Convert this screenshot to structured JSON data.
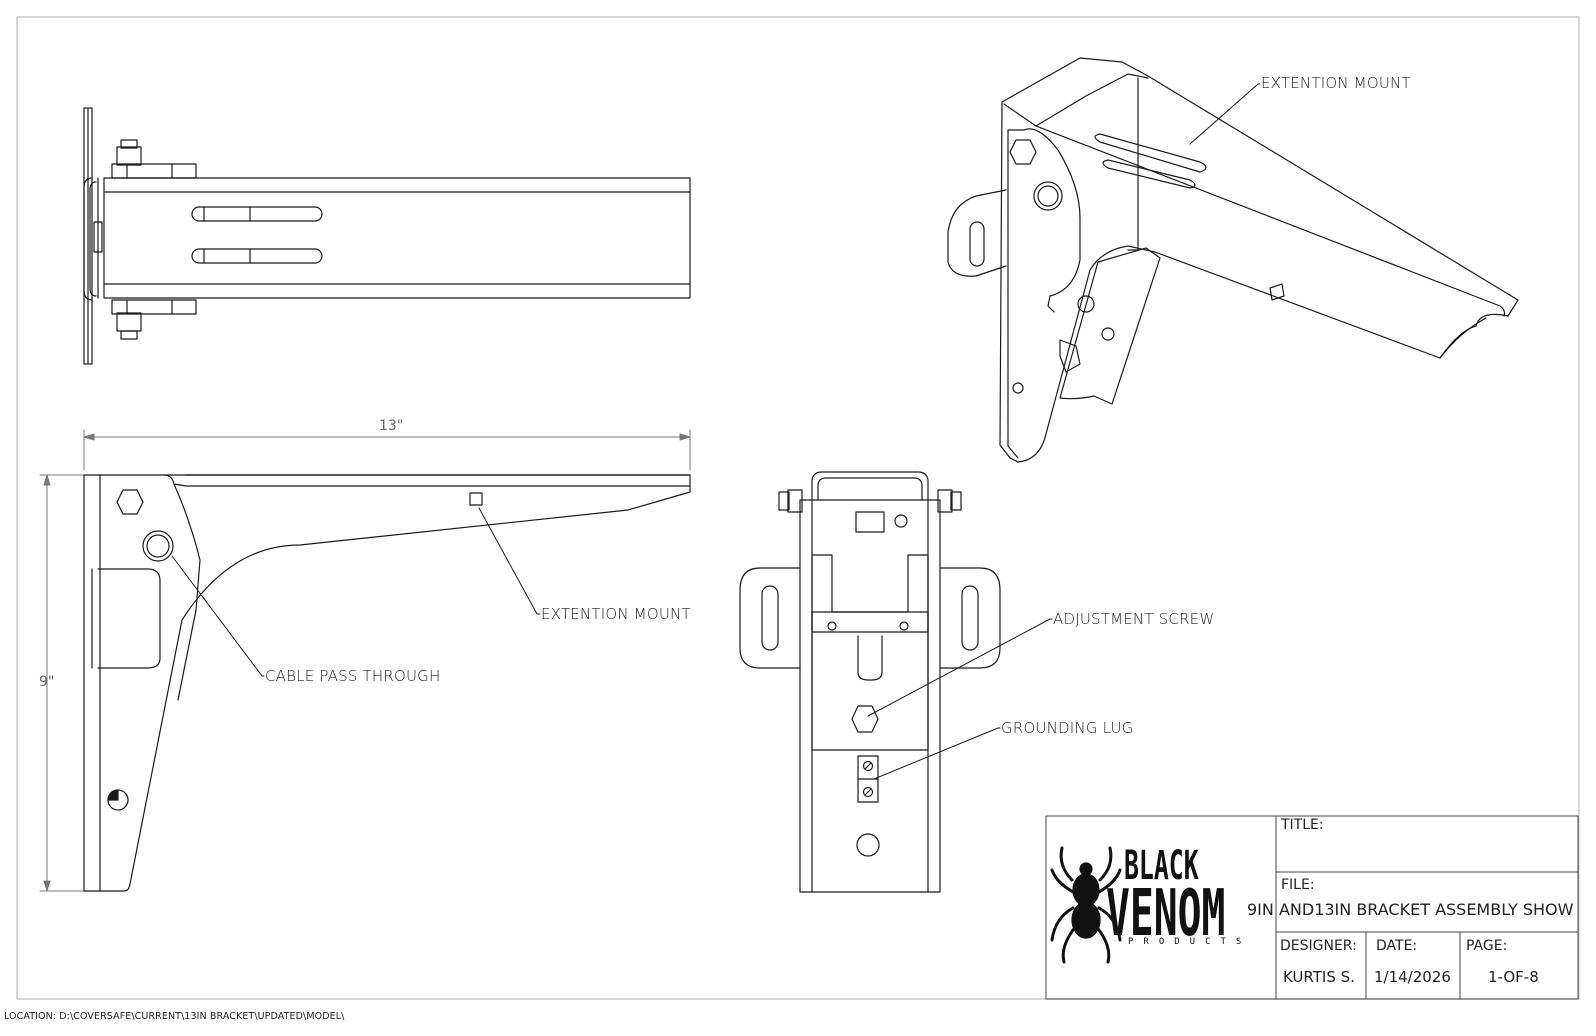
{
  "dimensions": {
    "width_label": "13\"",
    "height_label": "9\""
  },
  "callouts": {
    "extention_mount_iso": "EXTENTION MOUNT",
    "extention_mount_side": "EXTENTION MOUNT",
    "cable_pass_through": "CABLE PASS THROUGH",
    "adjustment_screw": "ADJUSTMENT SCREW",
    "grounding_lug": "GROUNDING LUG"
  },
  "location": "LOCATION: D:\\COVERSAFE\\CURRENT\\13IN BRACKET\\UPDATED\\MODEL\\",
  "title_block": {
    "logo": {
      "word1": "BLACK",
      "word2": "VENOM",
      "word3": "PRODUCTS"
    },
    "title_label": "TITLE:",
    "title_value": "",
    "file_label": "FILE:",
    "file_value": "9IN AND13IN BRACKET ASSEMBLY SHOW",
    "designer_label": "DESIGNER:",
    "designer_value": "KURTIS S.",
    "date_label": "DATE:",
    "date_value": "1/14/2026",
    "page_label": "PAGE:",
    "page_value": "1-OF-8"
  }
}
